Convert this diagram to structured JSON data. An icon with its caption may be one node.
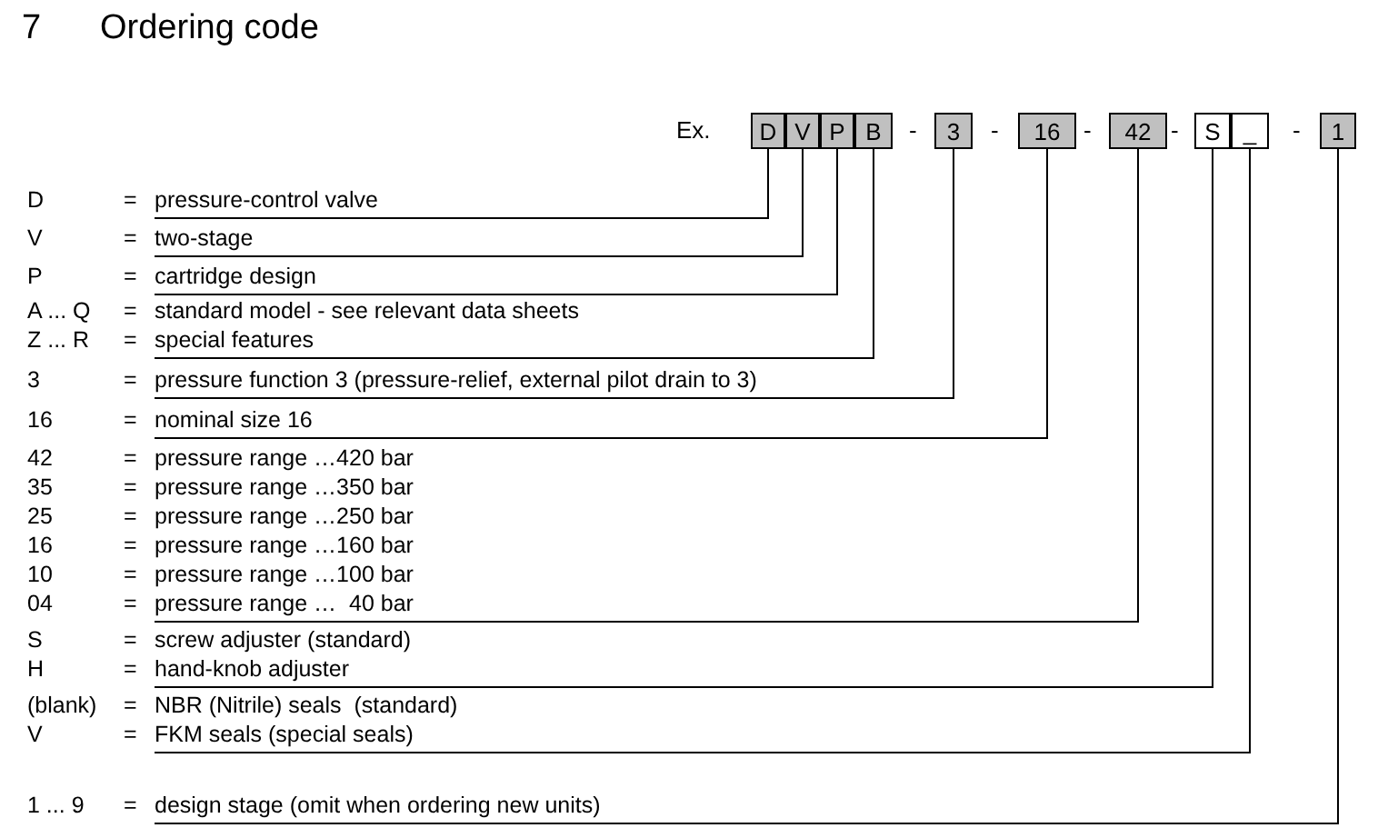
{
  "diagram": {
    "title": "Ordering code",
    "nodes": [
      {
        "text": [
          "D"
        ]
      },
      {
        "text": [
          "V"
        ]
      },
      {
        "text": [
          "P"
        ]
      },
      {
        "text": [
          "B"
        ]
      },
      {
        "text": [
          "3"
        ]
      },
      {
        "text": [
          "16"
        ]
      },
      {
        "text": [
          "42"
        ]
      },
      {
        "text": [
          "S"
        ]
      },
      {
        "text": [
          "_"
        ]
      },
      {
        "text": [
          "1"
        ]
      },
      {
        "text": [
          "D",
          "=",
          "pressure-control valve"
        ]
      },
      {
        "text": [
          "V",
          "=",
          "two-stage"
        ]
      },
      {
        "text": [
          "P",
          "=",
          "cartridge design"
        ]
      },
      {
        "text": [
          "A ... Q",
          "=",
          "standard model - see relevant data sheets",
          "Z ... R",
          "=",
          "special features"
        ]
      },
      {
        "text": [
          "3",
          "=",
          "pressure function 3 (pressure-relief, external pilot drain to 3)"
        ]
      },
      {
        "text": [
          "16",
          "=",
          "nominal size 16"
        ]
      },
      {
        "text": [
          "42",
          "=",
          "pressure range …420 bar",
          "35",
          "=",
          "pressure range …350 bar",
          "25",
          "=",
          "pressure range …250 bar",
          "16",
          "=",
          "pressure range …160 bar",
          "10",
          "=",
          "pressure range …100 bar",
          "04",
          "=",
          "pressure range …  40 bar"
        ]
      },
      {
        "text": [
          "S",
          "=",
          "screw adjuster (standard)",
          "H",
          "=",
          "hand-knob adjuster"
        ]
      },
      {
        "text": [
          "(blank)",
          "=",
          "NBR (Nitrile) seals  (standard)",
          "V",
          "=",
          "FKM seals (special seals)"
        ]
      },
      {
        "text": [
          "1 ... 9",
          "=",
          "design stage (omit when ordering new units)"
        ]
      }
    ],
    "edges": [
      {
        "from": 0,
        "to": 10,
        "arrow": "none"
      },
      {
        "from": 1,
        "to": 11,
        "arrow": "none"
      },
      {
        "from": 2,
        "to": 12,
        "arrow": "none"
      },
      {
        "from": 3,
        "to": 13,
        "arrow": "none"
      },
      {
        "from": 4,
        "to": 14,
        "arrow": "none"
      },
      {
        "from": 5,
        "to": 15,
        "arrow": "none"
      },
      {
        "from": 6,
        "to": 16,
        "arrow": "none"
      },
      {
        "from": 7,
        "to": 17,
        "arrow": "none"
      },
      {
        "from": 8,
        "to": 18,
        "arrow": "none"
      },
      {
        "from": 9,
        "to": 19,
        "arrow": "none"
      }
    ],
    "labels": [
      "7",
      "Ex.",
      "-",
      "-",
      "-",
      "-",
      "-"
    ]
  }
}
